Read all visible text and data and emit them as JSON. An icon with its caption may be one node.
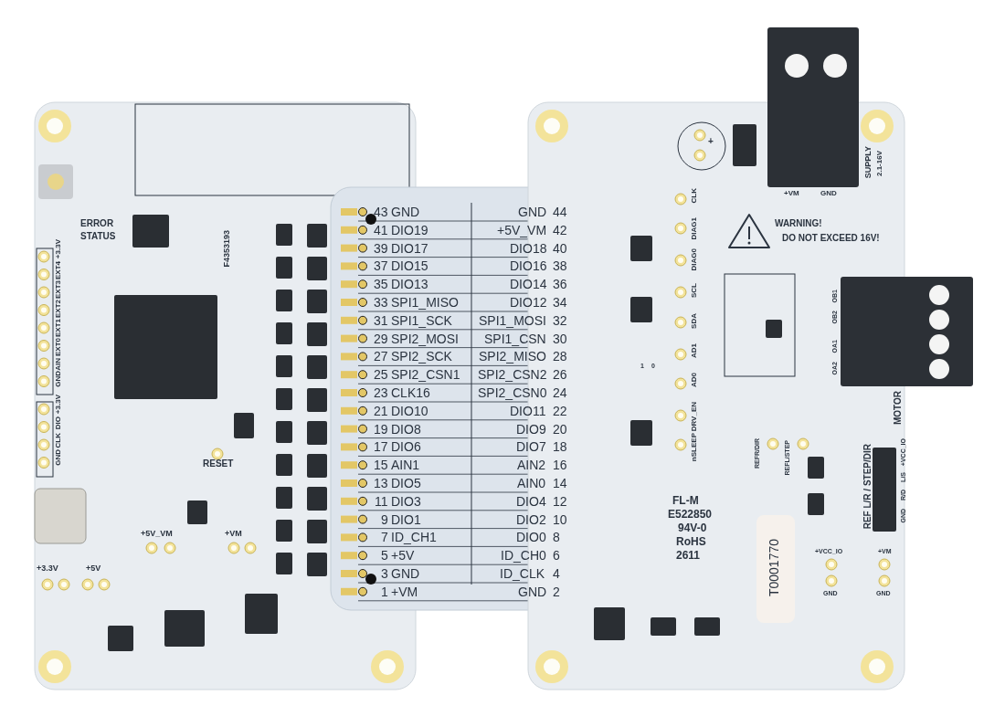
{
  "diagram": {
    "labels": [
      "ERROR",
      "STATUS",
      "F4353193",
      "GND",
      "AIN",
      "EXT0",
      "EXT1",
      "EXT2",
      "EXT3",
      "EXT4",
      "+3.3V",
      "GND",
      "CLK",
      "DIO",
      "+3.3V",
      "RESET",
      "+5V_VM",
      "+VM",
      "+3.3V",
      "+5V",
      "43",
      "GND",
      "GND",
      "44",
      "41",
      "DIO19",
      "+5V_VM",
      "42",
      "39",
      "DIO17",
      "DIO18",
      "40",
      "37",
      "DIO15",
      "DIO16",
      "38",
      "35",
      "DIO13",
      "DIO14",
      "36",
      "33",
      "SPI1_MISO",
      "DIO12",
      "34",
      "31",
      "SPI1_SCK",
      "SPI1_MOSI",
      "32",
      "29",
      "SPI2_MOSI",
      "SPI1_CSN",
      "30",
      "27",
      "SPI2_SCK",
      "SPI2_MISO",
      "28",
      "25",
      "SPI2_CSN1",
      "SPI2_CSN2",
      "26",
      "23",
      "CLK16",
      "SPI2_CSN0",
      "24",
      "21",
      "DIO10",
      "DIO11",
      "22",
      "19",
      "DIO8",
      "DIO9",
      "20",
      "17",
      "DIO6",
      "DIO7",
      "18",
      "15",
      "AIN1",
      "AIN2",
      "16",
      "13",
      "DIO5",
      "AIN0",
      "14",
      "11",
      "DIO3",
      "DIO4",
      "12",
      "9",
      "DIO1",
      "DIO2",
      "10",
      "7",
      "ID_CH1",
      "DIO0",
      "8",
      "5",
      "+5V",
      "ID_CH0",
      "6",
      "3",
      "GND",
      "ID_CLK",
      "4",
      "1",
      "+VM",
      "GND",
      "2",
      "+",
      "+VM",
      "GND",
      "SUPPLY",
      "2.1-16V",
      "CLK",
      "DIAG1",
      "DIAG0",
      "SCL",
      "SDA",
      "AD1",
      "AD0",
      "DRV_EN",
      "nSLEEP",
      "1",
      "0",
      "WARNING!",
      "DO NOT EXCEED 16V!",
      "OB1",
      "OB2",
      "OA1",
      "OA2",
      "MOTOR",
      "REFR/DIR",
      "REFL/STEP",
      "REF L/R / STEP/DIR",
      "GND",
      "R/D",
      "L/S",
      "+VCC_IO",
      "FL-M",
      "E522850",
      "94V-0",
      "RoHS",
      "2611",
      "T0001770",
      "+VCC_IO",
      "GND",
      "+VM",
      "GND"
    ]
  }
}
